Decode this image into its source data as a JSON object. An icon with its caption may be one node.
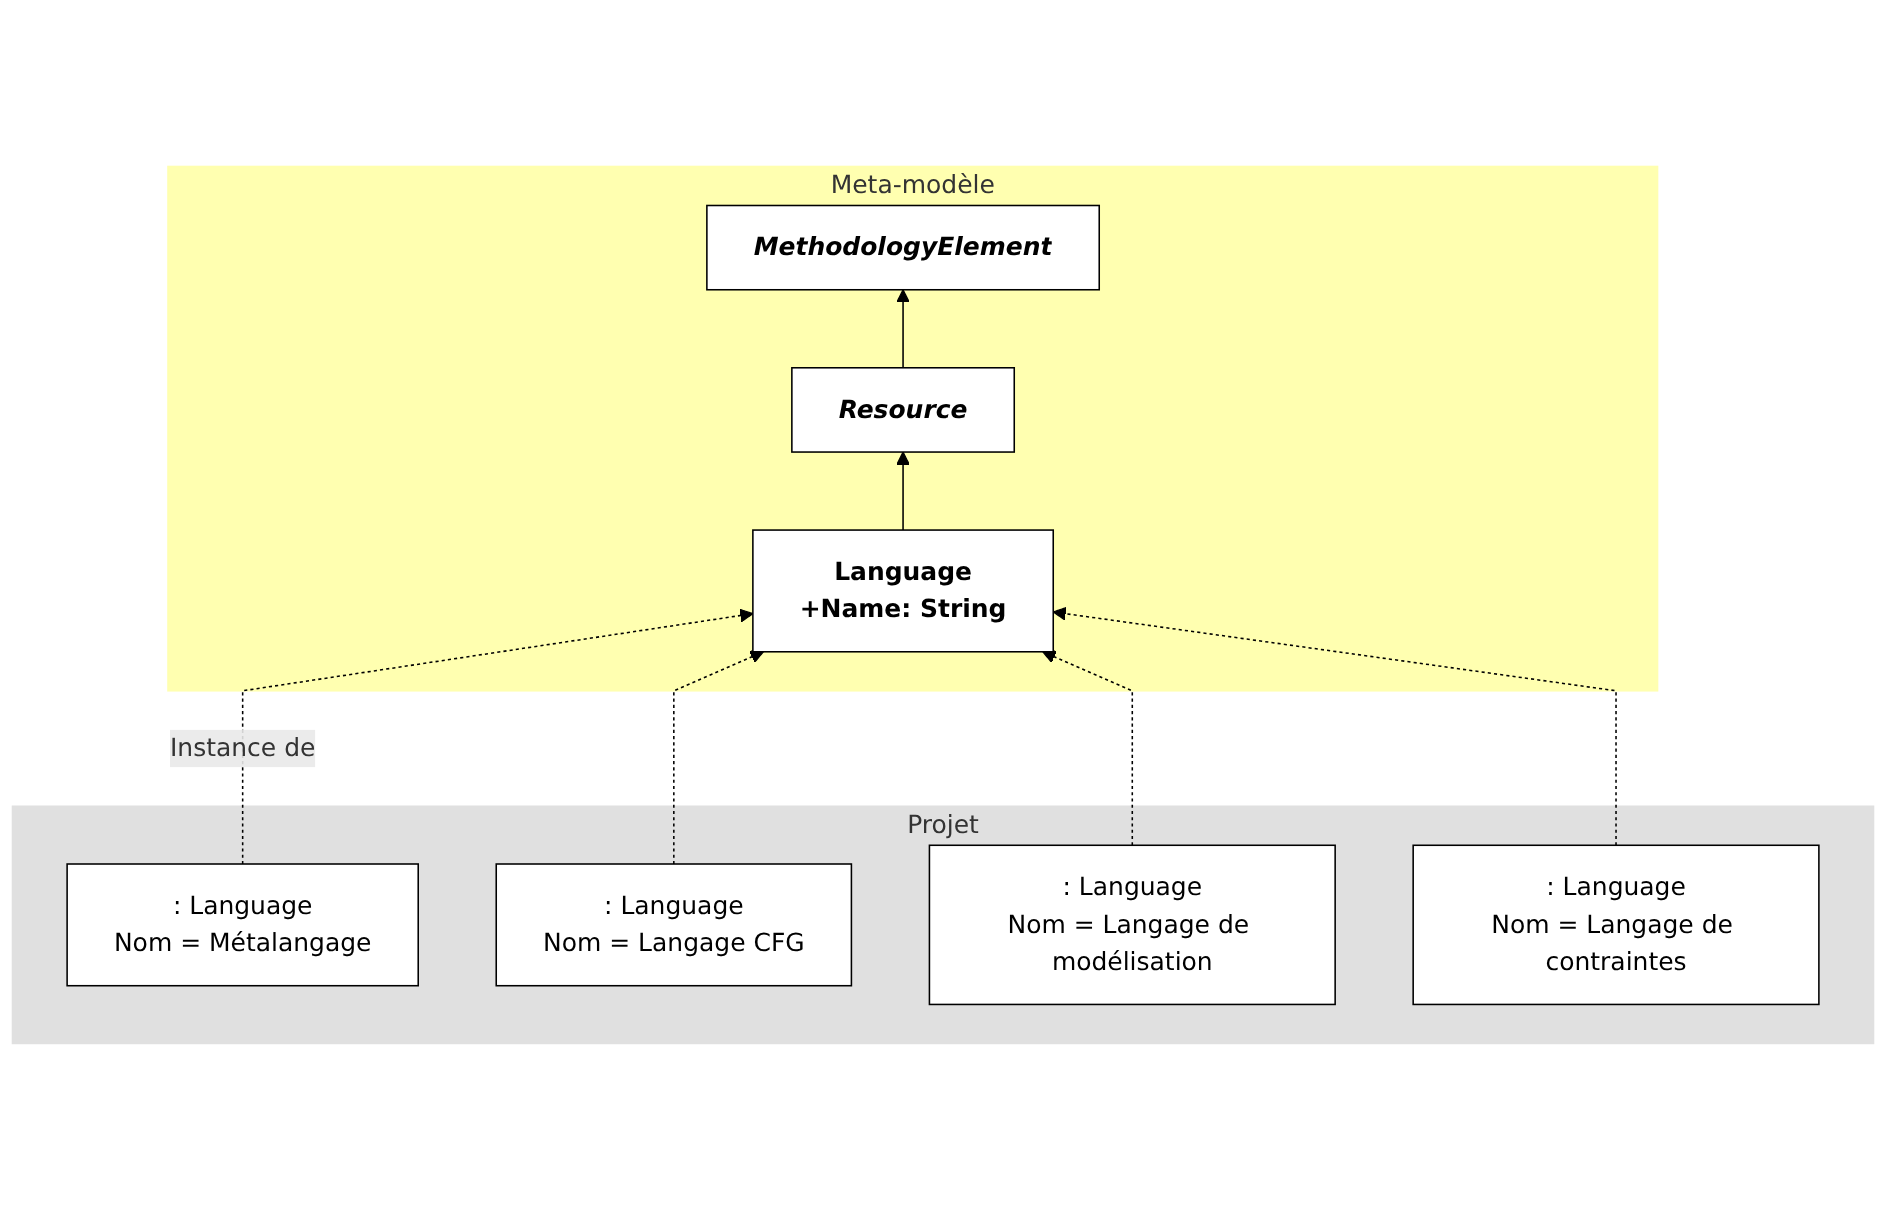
{
  "diagram": {
    "nodes": [
      {
        "text": [
          "Meta-modèle"
        ]
      },
      {
        "text": [
          "MethodologyElement"
        ],
        "in": 0
      },
      {
        "text": [
          "Resource"
        ],
        "in": 0
      },
      {
        "text": [
          "Language",
          "+Name: String"
        ],
        "in": 0
      },
      {
        "text": [
          "Projet"
        ]
      },
      {
        "text": [
          ": Language",
          "Nom = Métalangage"
        ],
        "in": 4
      },
      {
        "text": [
          ": Language",
          "Nom = Langage CFG"
        ],
        "in": 4
      },
      {
        "text": [
          ": Language",
          "Nom = Langage de modélisation"
        ],
        "in": 4
      },
      {
        "text": [
          ": Language",
          "Nom = Langage de contraintes"
        ],
        "in": 4
      }
    ],
    "edges": [
      {
        "from": 2,
        "to": 1,
        "arrow": "to"
      },
      {
        "from": 3,
        "to": 2,
        "arrow": "to"
      },
      {
        "from": 5,
        "to": 3,
        "arrow": "to",
        "style": "dashed",
        "label": "Instance de"
      },
      {
        "from": 6,
        "to": 3,
        "arrow": "to",
        "style": "dashed"
      },
      {
        "from": 7,
        "to": 3,
        "arrow": "to",
        "style": "dashed"
      },
      {
        "from": 8,
        "to": 3,
        "arrow": "to",
        "style": "dashed"
      }
    ]
  }
}
